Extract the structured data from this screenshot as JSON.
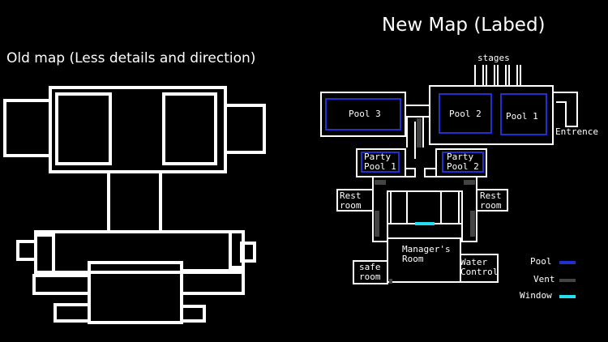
{
  "titles": {
    "new_map": "New Map (Labed)",
    "old_map": "Old map (Less details and direction)"
  },
  "rooms": {
    "stages": "stages",
    "pool3": "Pool 3",
    "pool2": "Pool 2",
    "pool1": "Pool 1",
    "entrance": "Entrence",
    "party1_line1": "Party",
    "party1_line2": "Pool 1",
    "party2_line1": "Party",
    "party2_line2": "Pool 2",
    "rest_left_line1": "Rest",
    "rest_left_line2": "room",
    "rest_right_line1": "Rest",
    "rest_right_line2": "room",
    "manager_line1": "Manager's",
    "manager_line2": "Room",
    "safe_line1": "safe",
    "safe_line2": "room",
    "water_line1": "Water",
    "water_line2": "Control"
  },
  "legend": {
    "items": [
      {
        "label": "Pool",
        "color": "#1f2fd0"
      },
      {
        "label": "Vent",
        "color": "#444444"
      },
      {
        "label": "Window",
        "color": "#22e0f0"
      }
    ]
  },
  "colors": {
    "background": "#000000",
    "wall": "#ffffff",
    "pool": "#1f2fd0",
    "vent": "#444444",
    "window": "#22e0f0"
  }
}
